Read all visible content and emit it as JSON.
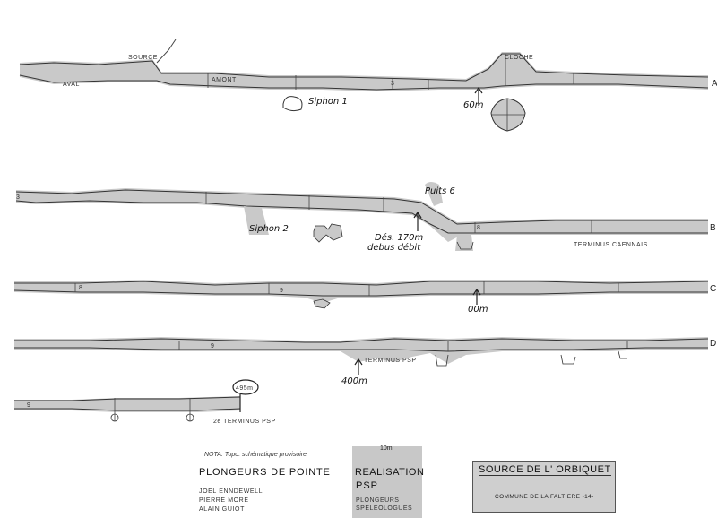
{
  "labels": {
    "source": "SOURCE",
    "amont": "AMONT",
    "aval": "AVAL",
    "cloche": "CLOCHE",
    "row_a_end": "A",
    "row_a_seg": "3",
    "siphon1": "Siphon 1",
    "depth_60": "60m",
    "row_b_start": "3",
    "row_b_end": "B",
    "row_b_seg": "8",
    "siphon2": "Siphon 2",
    "puits": "Puits 6",
    "des": "Dés. 170m",
    "debus": "debus débit",
    "terminus_caennais": "TERMINUS CAENNAIS",
    "row_c_start": "8",
    "row_c_seg": "9",
    "row_c_end": "C",
    "depth_c": "00m",
    "row_d_seg": "9",
    "row_d_end": "D",
    "terminus_psp": "TERMINUS PSP",
    "depth_400": "400m",
    "row_e_start": "9",
    "depth_495": "495m",
    "terminus2": "2e TERMINUS PSP"
  },
  "title_block": {
    "nota": "NOTA: Topo. schématique provisoire",
    "plongeurs_heading": "PLONGEURS DE POINTE",
    "divers": [
      "JOËL ENNDEWELL",
      "PIERRE MORE",
      "ALAIN GUIOT"
    ],
    "scale": "10m",
    "realisation": "REALISATION",
    "club": "PSP",
    "club_sub": [
      "PLONGEURS",
      "SPELEOLOGUES"
    ],
    "title": "SOURCE DE L' ORBIQUET",
    "commune": "COMMUNE DE LA FALTIERE -14-"
  },
  "colors": {
    "passage_fill": "#c9c9c9",
    "line": "#333333"
  }
}
